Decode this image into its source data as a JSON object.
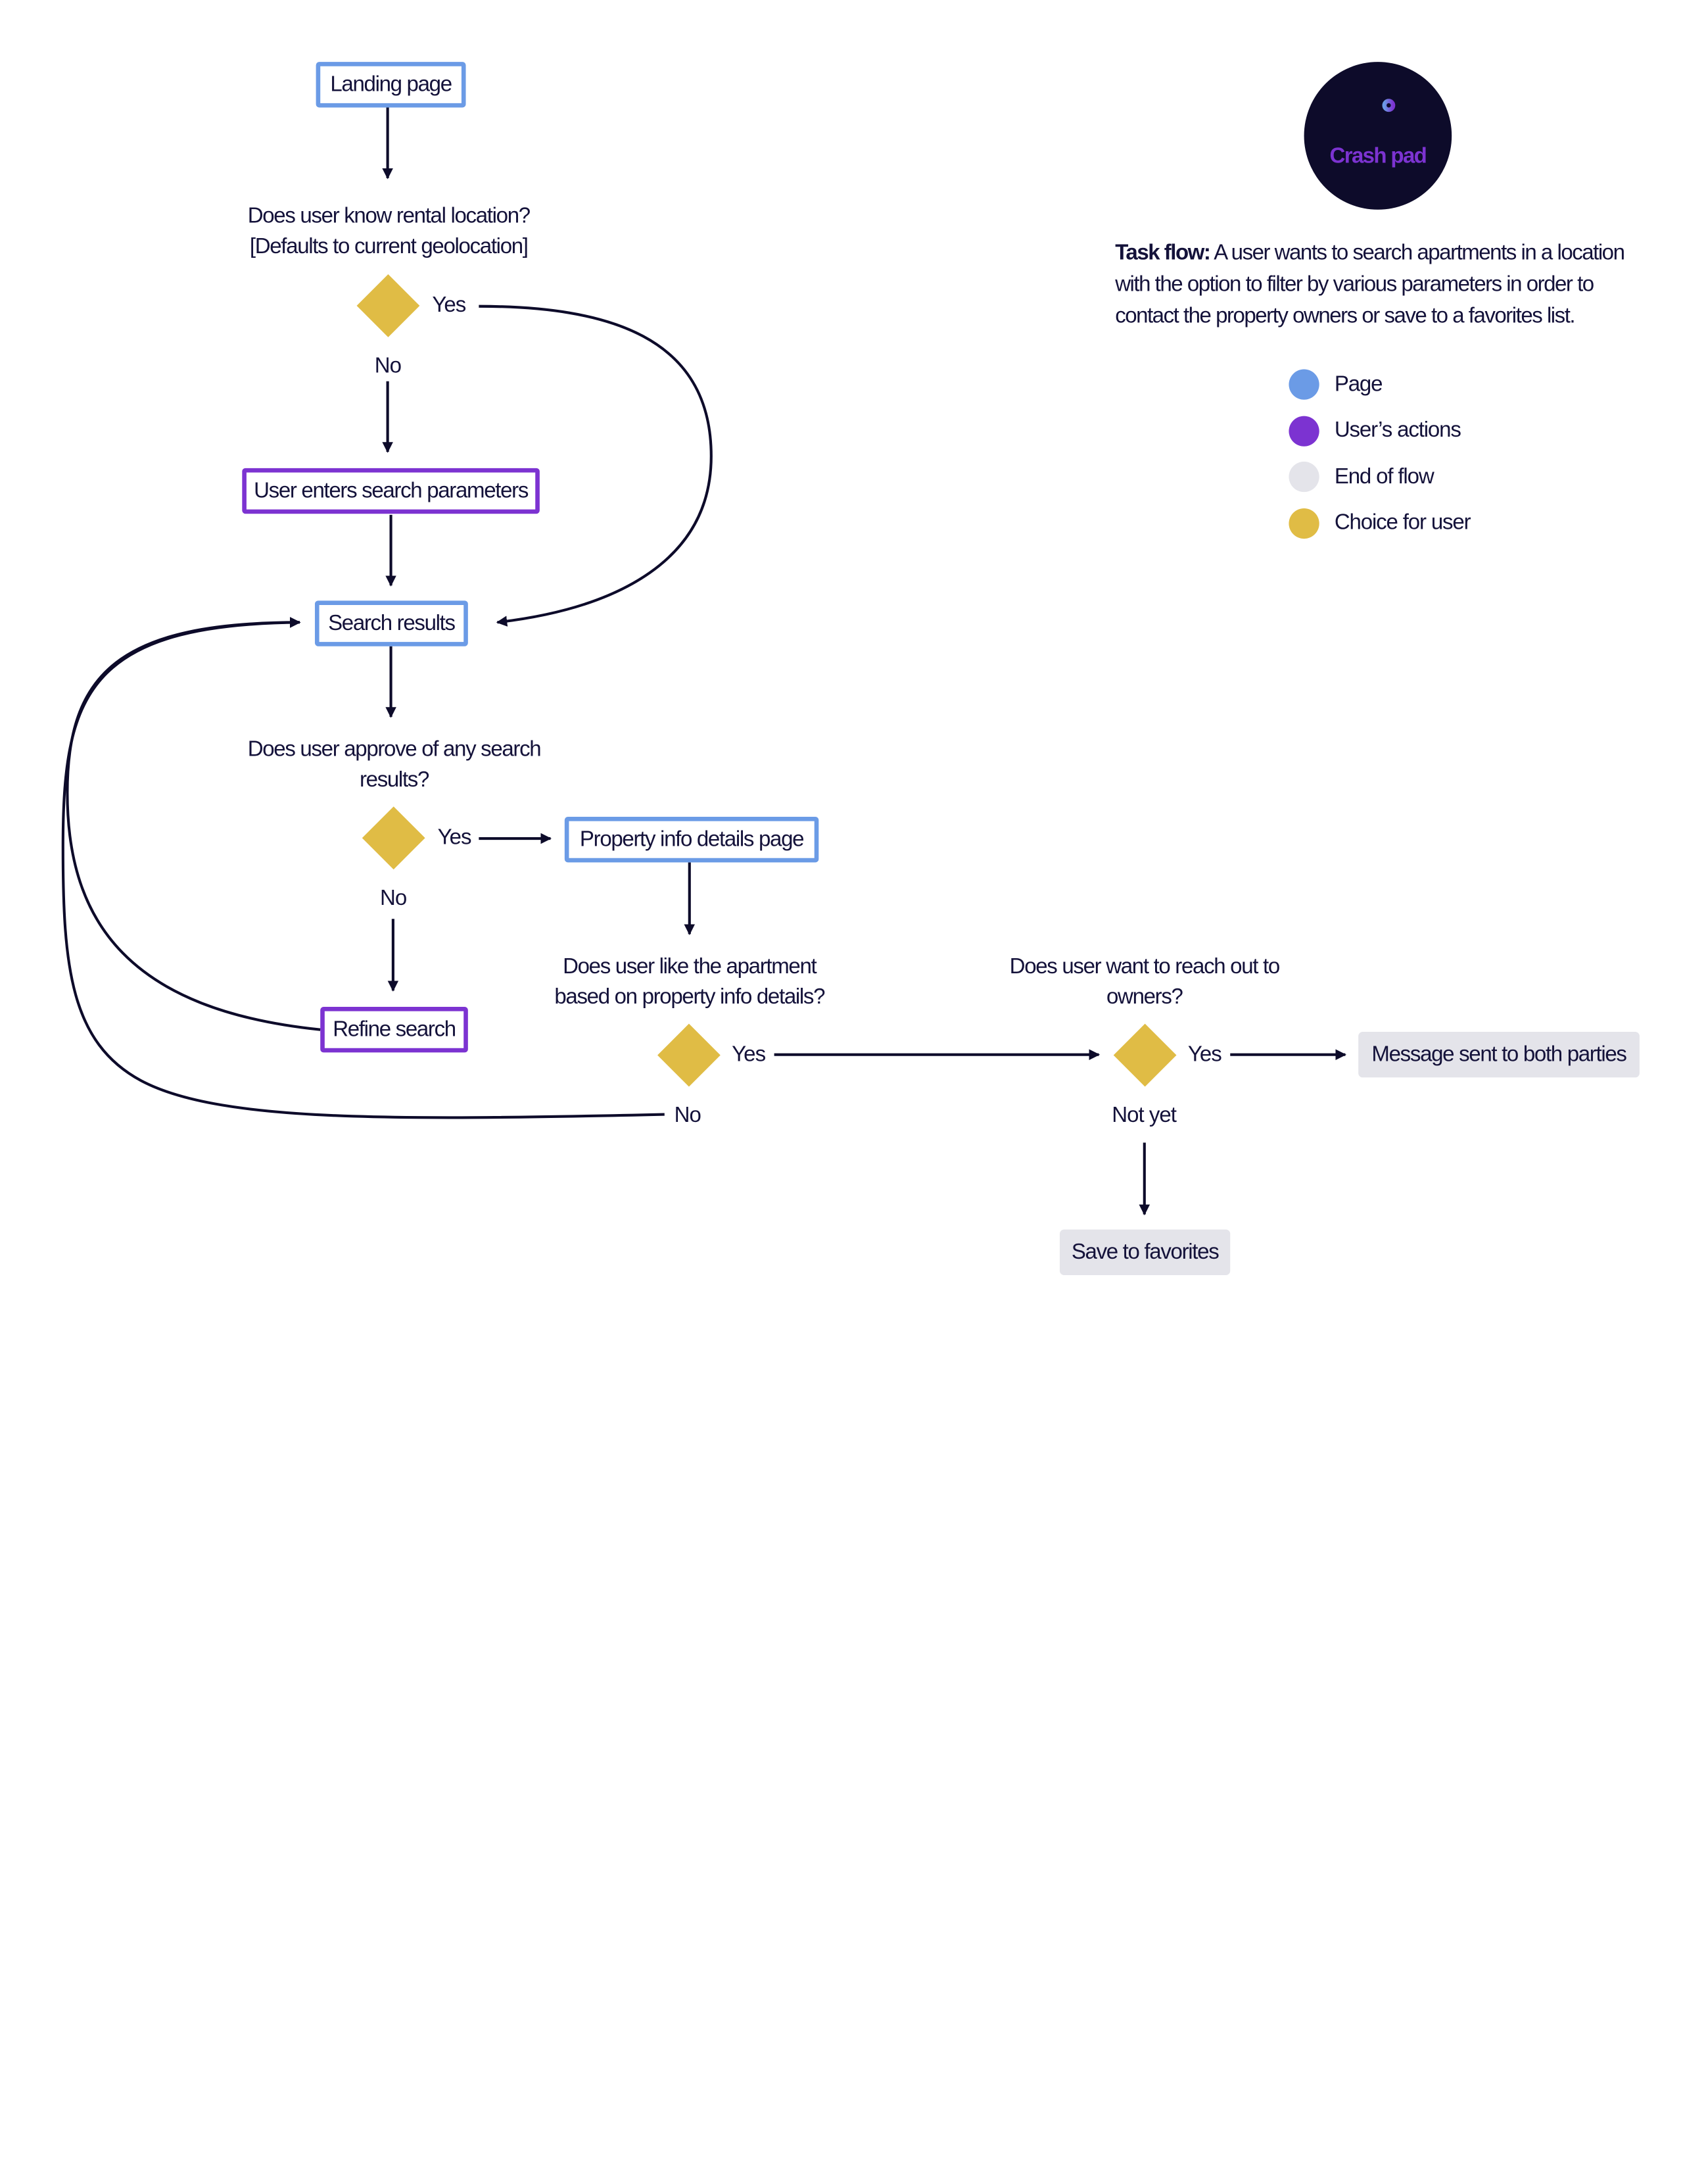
{
  "nodes": {
    "landing_page": "Landing page",
    "user_enters_search": "User enters search parameters",
    "search_results": "Search results",
    "property_info": "Property info details page",
    "refine_search": "Refine search",
    "message_sent": "Message sent to both parties",
    "save_favorites": "Save to favorites"
  },
  "questions": {
    "q1": [
      "Does user know  rental location?",
      "[Defaults to current geolocation]"
    ],
    "q2": [
      "Does user approve of any search",
      "results?"
    ],
    "q3": [
      "Does user like the  apartment",
      "based on property info details?"
    ],
    "q4": [
      "Does user want to reach out to",
      "owners?"
    ]
  },
  "labels": {
    "q1_yes": "Yes",
    "q1_no": "No",
    "q2_yes": "Yes",
    "q2_no": "No",
    "q3_yes": "Yes",
    "q3_no": "No",
    "q4_yes": "Yes",
    "q4_no": "Not yet"
  },
  "brand": {
    "name": "Crash pad",
    "icon": "bed-icon"
  },
  "description": {
    "title": "Task flow:",
    "text": " A user wants to search apartments in a location with the option to filter by various parameters in order to contact the property owners or save to a favorites list."
  },
  "legend": [
    {
      "label": "Page",
      "color": "#6b9be6"
    },
    {
      "label": "User’s actions",
      "color": "#7c33d1"
    },
    {
      "label": "End of flow",
      "color": "#e4e4ea"
    },
    {
      "label": "Choice for user",
      "color": "#e0bc45"
    }
  ],
  "colors": {
    "page": "#6b9be6",
    "action": "#7c33d1",
    "end": "#e4e4ea",
    "choice": "#e0bc45",
    "line": "#0d0b2a"
  }
}
